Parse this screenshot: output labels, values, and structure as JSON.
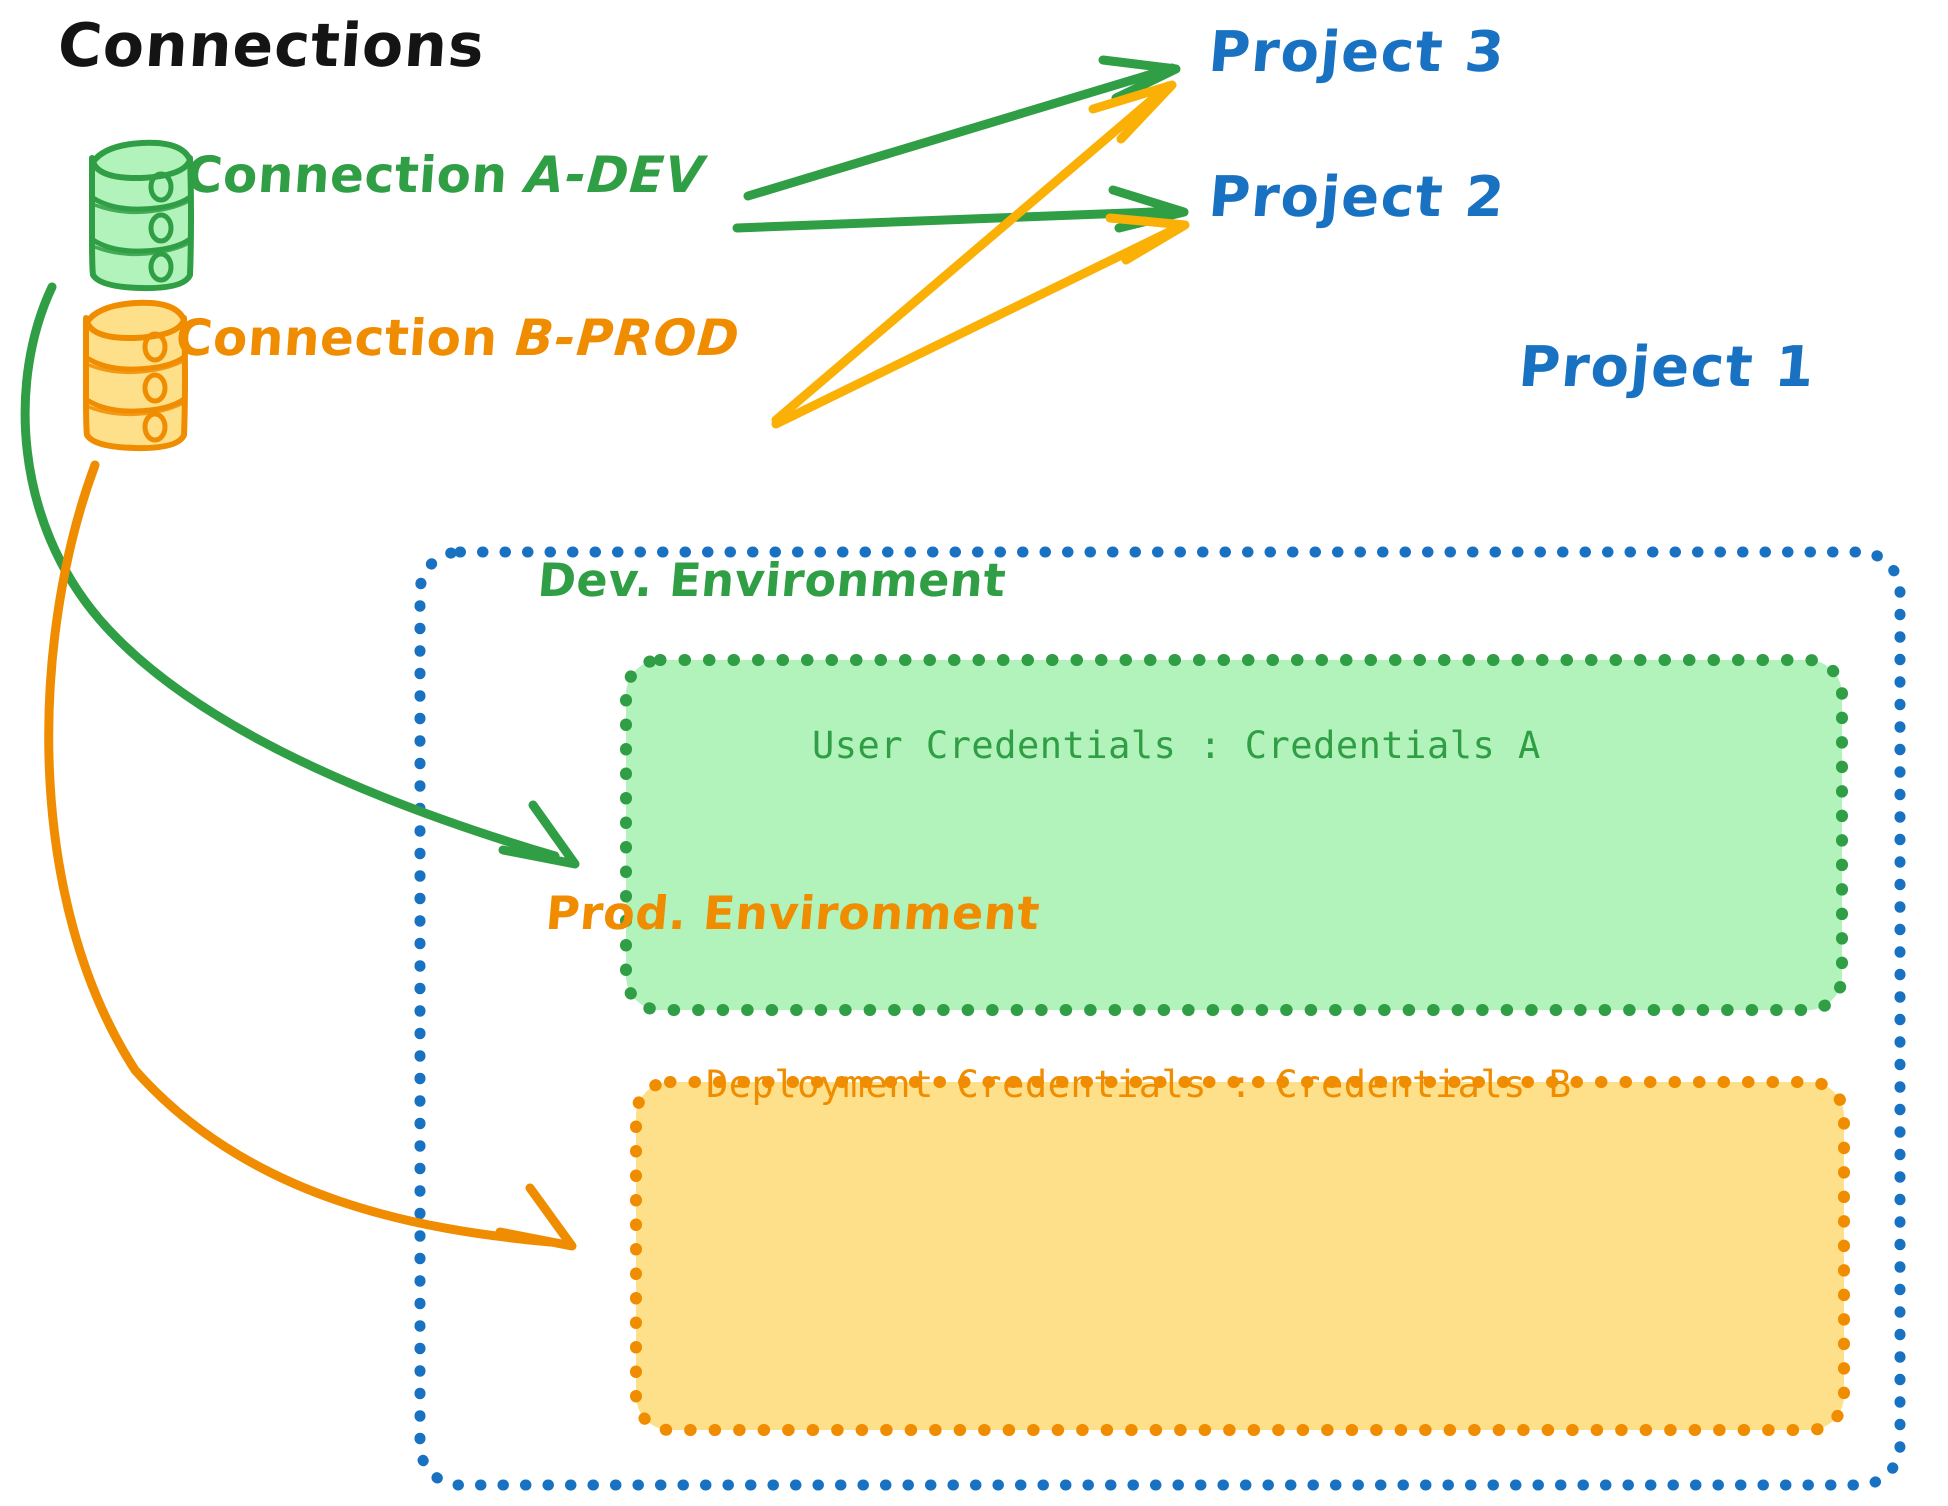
{
  "diagram": {
    "title": "Connections",
    "colors": {
      "green_stroke": "#2f9e44",
      "green_fill": "#b2f2bb",
      "orange_stroke": "#f08c00",
      "orange_fill": "#ffe08a",
      "arrow_orange": "#fab005",
      "blue": "#1971c2",
      "black": "#141414",
      "background": "#ffffff"
    }
  },
  "connections": {
    "heading": "Connections",
    "items": [
      {
        "id": "a-dev",
        "label_prefix": "Connection ",
        "label_emphasis": "A-DEV",
        "label_full": "Connection A-DEV",
        "color": "#2f9e44",
        "icon": "database-cylinder-icon"
      },
      {
        "id": "b-prod",
        "label_prefix": "Connection ",
        "label_emphasis": "B-PROD",
        "label_full": "Connection B-PROD",
        "color": "#f08c00",
        "icon": "database-cylinder-icon"
      }
    ]
  },
  "projects": [
    {
      "id": "project-3",
      "label": "Project 3"
    },
    {
      "id": "project-2",
      "label": "Project 2"
    },
    {
      "id": "project-1",
      "label": "Project 1"
    }
  ],
  "project_1": {
    "label": "Project 1",
    "environments": [
      {
        "id": "dev-environment",
        "title": "Dev. Environment",
        "credential_label": "User Credentials",
        "credential_separator": ":",
        "credential_value": "Credentials A",
        "credential_line": "User Credentials : Credentials A",
        "color": "#2f9e44",
        "fill": "#b2f2bb"
      },
      {
        "id": "prod-environment",
        "title": "Prod. Environment",
        "credential_label": "Deployment Credentials",
        "credential_separator": ":",
        "credential_value": "Credentials B",
        "credential_line": "Deployment Credentials : Credentials B",
        "color": "#f08c00",
        "fill": "#ffe08a"
      }
    ]
  },
  "edges": [
    {
      "id": "edge-a-dev-to-project-3",
      "from": "a-dev",
      "to": "project-3",
      "color": "#2f9e44"
    },
    {
      "id": "edge-a-dev-to-project-2",
      "from": "a-dev",
      "to": "project-2",
      "color": "#2f9e44"
    },
    {
      "id": "edge-b-prod-to-project-3",
      "from": "b-prod",
      "to": "project-3",
      "color": "#fab005"
    },
    {
      "id": "edge-b-prod-to-project-2",
      "from": "b-prod",
      "to": "project-2",
      "color": "#fab005"
    },
    {
      "id": "edge-a-dev-to-dev-environment",
      "from": "a-dev",
      "to": "dev-environment",
      "color": "#2f9e44"
    },
    {
      "id": "edge-b-prod-to-prod-environment",
      "from": "b-prod",
      "to": "prod-environment",
      "color": "#f08c00"
    }
  ]
}
